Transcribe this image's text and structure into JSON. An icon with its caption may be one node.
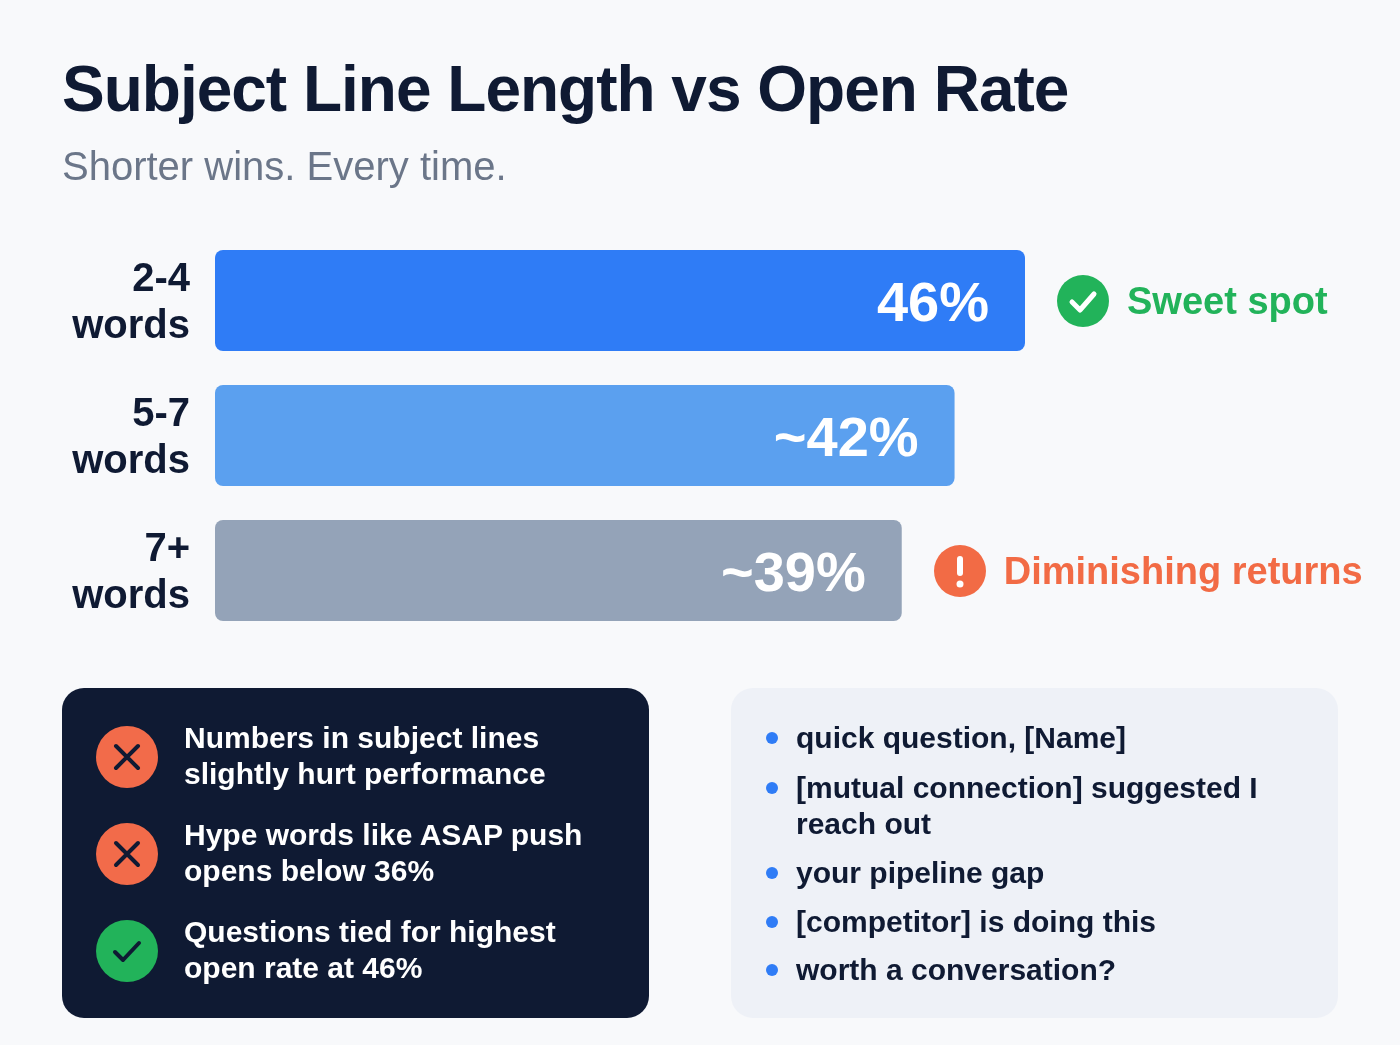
{
  "diagram": {
    "title": "Subject Line Length vs Open Rate",
    "caption": "Shorter wins. Every time.",
    "nodes": [
      {
        "text": [],
        "shape": "box"
      },
      {
        "text": [
          "Numbers in subject lines slightly hurt performance"
        ],
        "in": 0
      },
      {
        "text": [
          "Hype words like ASAP push opens below 36%"
        ],
        "in": 0
      },
      {
        "text": [
          "Questions tied for highest open rate at 46%"
        ],
        "in": 0
      },
      {
        "text": [],
        "shape": "box"
      },
      {
        "text": [
          "quick question, [Name]"
        ],
        "in": 4
      },
      {
        "text": [
          "[mutual connection] suggested I reach out"
        ],
        "in": 4
      },
      {
        "text": [
          "your pipeline gap"
        ],
        "in": 4
      },
      {
        "text": [
          "[competitor] is doing this"
        ],
        "in": 4
      },
      {
        "text": [
          "worth a conversation?"
        ],
        "in": 4
      }
    ],
    "edges": [],
    "labels": [
      "Sweet spot",
      "Diminishing returns"
    ],
    "chart_data": {
      "type": "bar",
      "orientation": "horizontal",
      "categories": [
        "2-4 words",
        "5-7 words",
        "7+ words"
      ],
      "values": [
        46,
        42,
        39
      ],
      "value_labels": [
        "46%",
        "~42%",
        "~39%"
      ]
    }
  }
}
